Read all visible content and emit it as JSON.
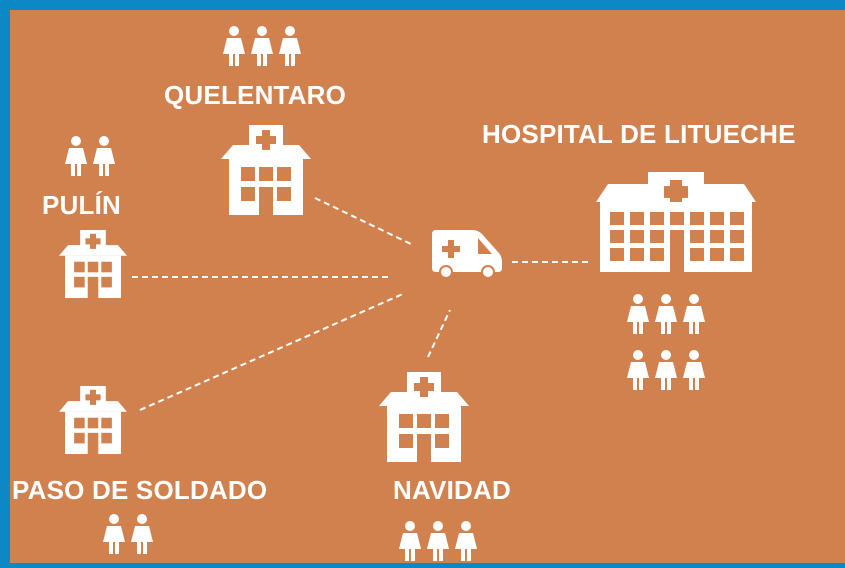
{
  "colors": {
    "frame": "#0b88c6",
    "background": "#d0814e",
    "foreground": "#ffffff"
  },
  "nodes": {
    "quelentaro": {
      "label": "QUELENTARO",
      "people": 3,
      "icon": "small-hospital-icon"
    },
    "pulin": {
      "label": "PULÍN",
      "people": 2,
      "icon": "small-hospital-icon"
    },
    "paso_de_soldado": {
      "label": "PASO DE SOLDADO",
      "people": 2,
      "icon": "small-hospital-icon"
    },
    "navidad": {
      "label": "NAVIDAD",
      "people": 3,
      "icon": "small-hospital-icon"
    },
    "hospital_litueche": {
      "label": "HOSPITAL DE LITUECHE",
      "people": 6,
      "icon": "large-hospital-icon"
    }
  },
  "hub": {
    "icon": "ambulance-icon"
  }
}
